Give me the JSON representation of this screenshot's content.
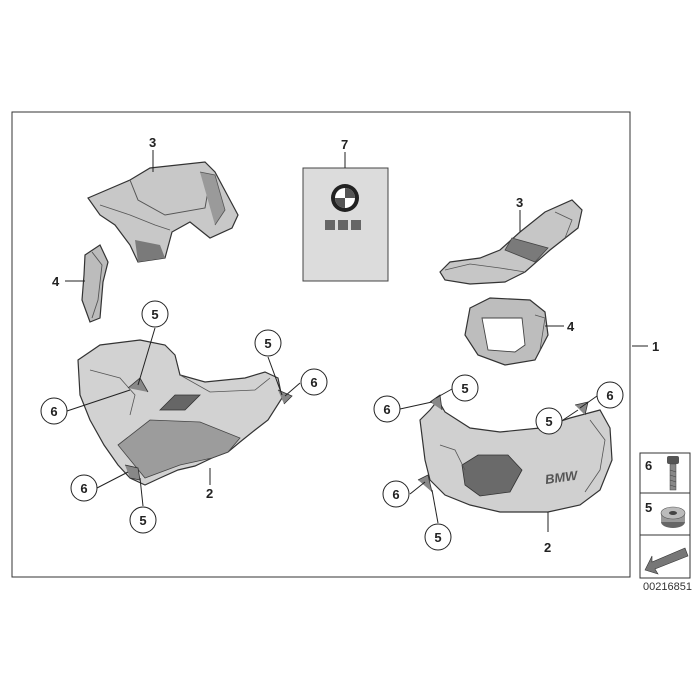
{
  "diagram": {
    "callouts": {
      "main_assembly": "1",
      "cover_left": "2",
      "cover_right": "2",
      "top_cover_left": "3",
      "top_cover_right": "3",
      "insert_left": "4",
      "insert_right": "4",
      "manual": "7"
    },
    "bubbles": {
      "b5_left_top": "5",
      "b6_left_top": "6",
      "b5_left_mid": "5",
      "b6_left_mid": "6",
      "b6_left_bottom": "6",
      "b5_left_bottom": "5",
      "b6_right_top": "6",
      "b5_right_top": "5",
      "b6_right_upper": "6",
      "b5_right_upper": "5",
      "b6_right_bottom": "6",
      "b5_right_bottom": "5"
    },
    "cover_lettering": "BMW",
    "legend": {
      "screw_label": "6",
      "washer_label": "5"
    },
    "document_number": "00216851",
    "colors": {
      "line": "#222222",
      "part_fill": "#c8c8c8",
      "part_dark": "#7a7a7a",
      "manual_fill": "#dcdcdc"
    }
  }
}
